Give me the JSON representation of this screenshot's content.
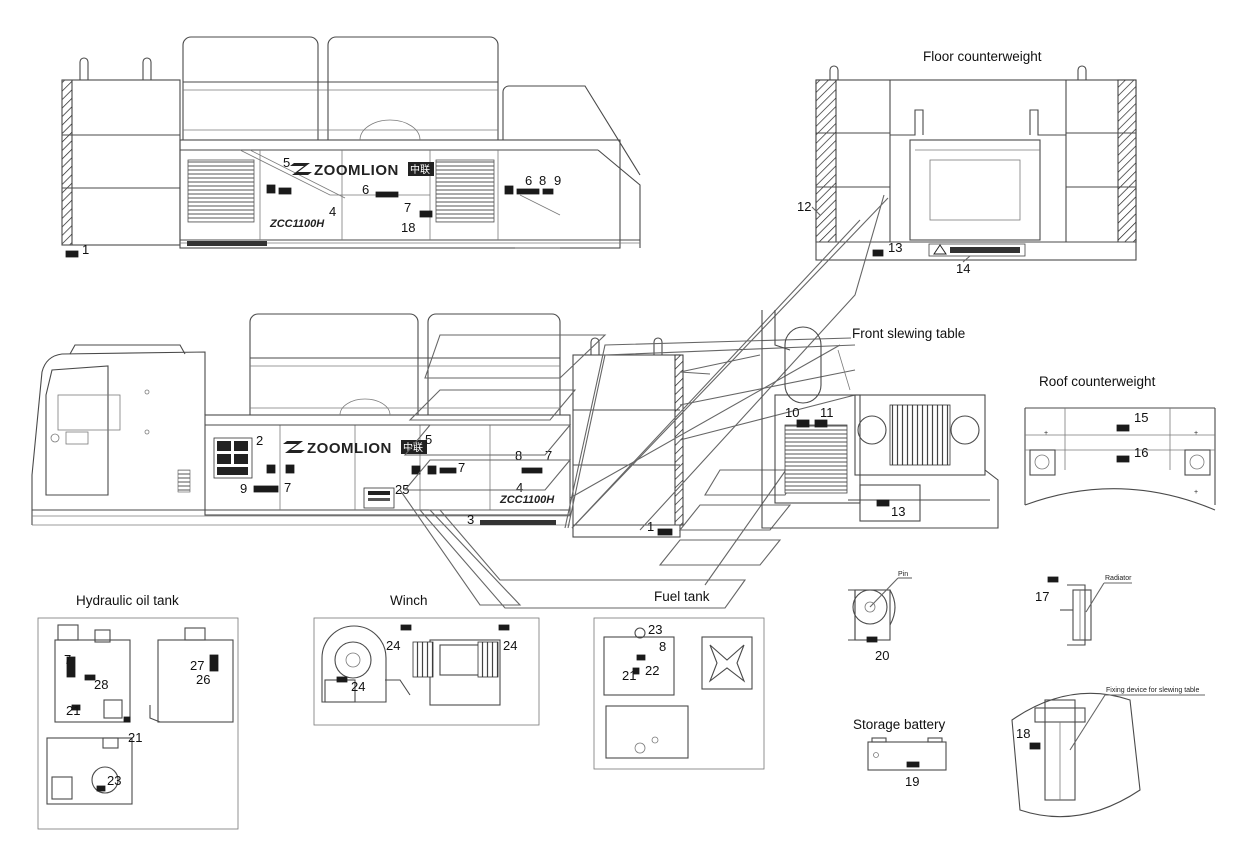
{
  "sections": {
    "floor_counterweight": "Floor counterweight",
    "front_slewing_table": "Front slewing table",
    "roof_counterweight": "Roof counterweight",
    "hydraulic_oil_tank": "Hydraulic oil tank",
    "winch": "Winch",
    "fuel_tank": "Fuel tank",
    "storage_battery": "Storage battery"
  },
  "brand": "ZOOMLION",
  "brand_cn": "中联",
  "model": "ZCC1100H",
  "small_labels": {
    "pin": "Pin",
    "radiator": "Radiator",
    "fixing_device": "Fixing device for slewing table"
  },
  "callouts": {
    "top_side": [
      "1",
      "5",
      "6",
      "7",
      "18",
      "4",
      "6",
      "8",
      "9"
    ],
    "floor_cw": [
      "12",
      "13",
      "14"
    ],
    "main_side": [
      "2",
      "5",
      "9",
      "7",
      "7",
      "8",
      "7",
      "4",
      "25",
      "3",
      "1"
    ],
    "front_table": [
      "10",
      "11",
      "13"
    ],
    "roof_cw": [
      "15",
      "16"
    ],
    "hydraulic": [
      "7",
      "28",
      "27",
      "26",
      "21",
      "21",
      "23"
    ],
    "winch": [
      "24",
      "24",
      "24"
    ],
    "fuel": [
      "23",
      "8",
      "22",
      "21"
    ],
    "battery": [
      "19"
    ],
    "pin_detail": [
      "20"
    ],
    "radiator_detail": [
      "17"
    ],
    "fixing_detail": [
      "18"
    ]
  }
}
